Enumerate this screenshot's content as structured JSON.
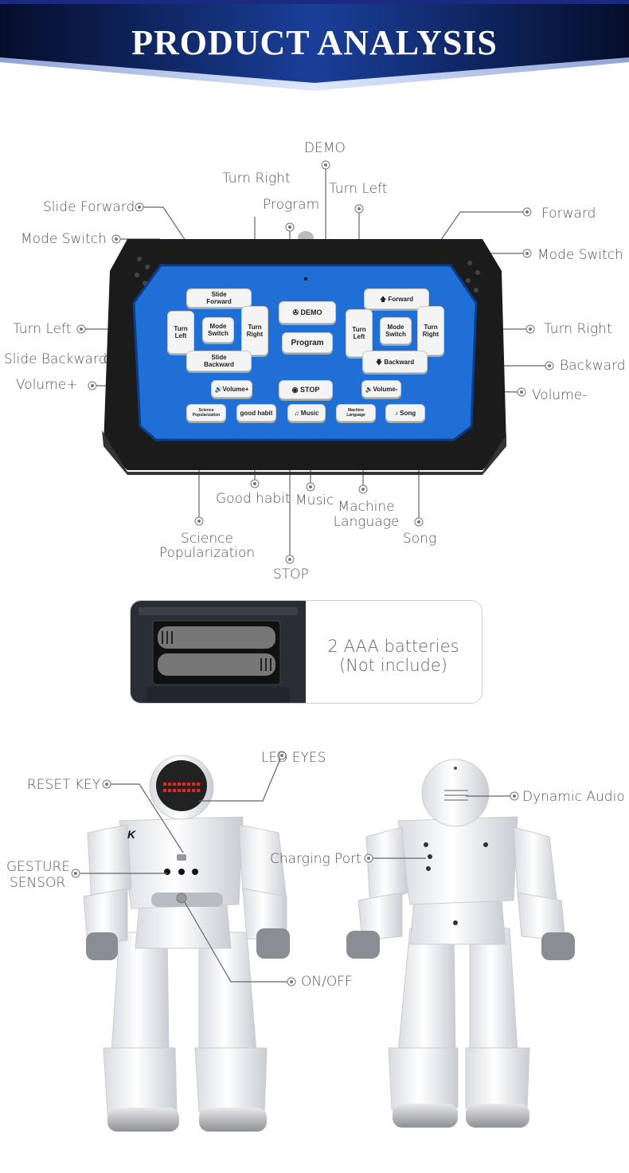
{
  "header": {
    "title": "PRODUCT ANALYSIS"
  },
  "remote": {
    "left_buttons": {
      "slide_forward": "Slide\nForward",
      "turn_left": "Turn\nLeft",
      "mode_switch": "Mode\nSwitch",
      "turn_right": "Turn\nRight",
      "slide_backward": "Slide\nBackward"
    },
    "center_buttons": {
      "demo": "DEMO",
      "program": "Program",
      "stop": "STOP"
    },
    "right_buttons": {
      "forward": "Forward",
      "turn_left": "Turn\nLeft",
      "mode_switch": "Mode\nSwitch",
      "turn_right": "Turn\nRight",
      "backward": "Backward"
    },
    "volume_plus": "Volume+",
    "volume_minus": "Volume-",
    "bottom_buttons": {
      "science": "Science\nPopularization",
      "good_habit": "good habit",
      "music": "Music",
      "machine": "Machine\nLanguage",
      "song": "Song"
    }
  },
  "callouts": {
    "demo": "DEMO",
    "turn_right_top": "Turn Right",
    "program": "Program",
    "turn_left_top": "Turn Left",
    "slide_forward": "Slide Forward",
    "mode_switch_left": "Mode Switch",
    "forward": "Forward",
    "mode_switch_right": "Mode Switch",
    "turn_left": "Turn Left",
    "turn_right": "Turn Right",
    "slide_backward": "Slide Backward",
    "backward": "Backward",
    "volume_plus": "Volume+",
    "volume_minus": "Volume-",
    "good_habit": "Good habit",
    "music": "Music",
    "machine_language_1": "Machine",
    "machine_language_2": "Language",
    "song": "Song",
    "science_1": "Science",
    "science_2": "Popularization",
    "stop": "STOP"
  },
  "battery": {
    "line1": "2 AAA batteries",
    "line2": "(Not include)"
  },
  "robot_callouts": {
    "reset_key": "RESET KEY",
    "led_eyes": "LED EYES",
    "gesture_1": "GESTURE",
    "gesture_2": "SENSOR",
    "charging_port": "Charging Port",
    "dynamic_audio": "Dynamic Audio",
    "on_off": "ON/OFF"
  },
  "colors": {
    "banner_dark": "#0b1b4a",
    "banner_blue": "#1e4fb0",
    "panel_blue": "#1f6fd6",
    "remote_shell": "#1a1a1a"
  }
}
